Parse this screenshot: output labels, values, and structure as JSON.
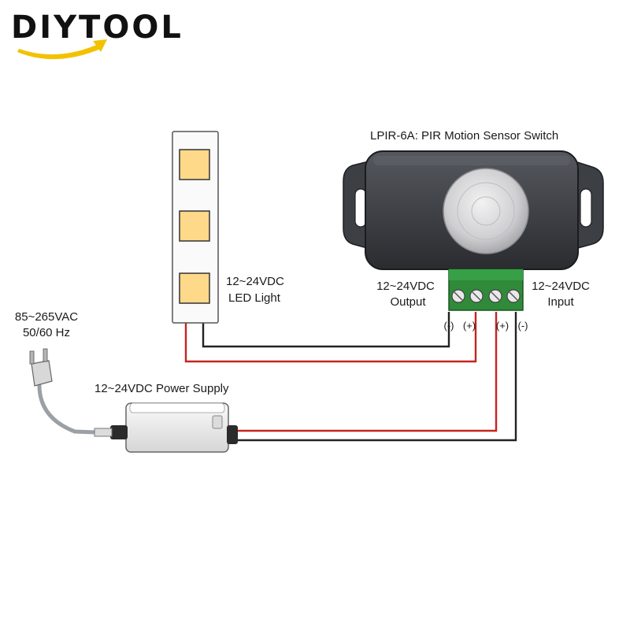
{
  "brand": {
    "name": "DIYTOOL",
    "text_color": "#111111",
    "swoosh_color": "#f2c200"
  },
  "labels": {
    "sensor_title": "LPIR-6A: PIR Motion Sensor Switch",
    "output_line1": "12~24VDC",
    "output_line2": "Output",
    "input_line1": "12~24VDC",
    "input_line2": "Input",
    "led_line1": "12~24VDC",
    "led_line2": "LED Light",
    "ac_line1": "85~265VAC",
    "ac_line2": "50/60 Hz",
    "power_supply": "12~24VDC Power Supply",
    "out_neg": "(-)",
    "out_pos": "(+)",
    "in_pos": "(+)",
    "in_neg": "(-)"
  },
  "colors": {
    "positive_wire": "#c8231e",
    "negative_wire": "#222222",
    "led_chip": "#ffd98a",
    "terminal_green": "#2f8a3a",
    "sensor_body": "#3a3d42"
  }
}
